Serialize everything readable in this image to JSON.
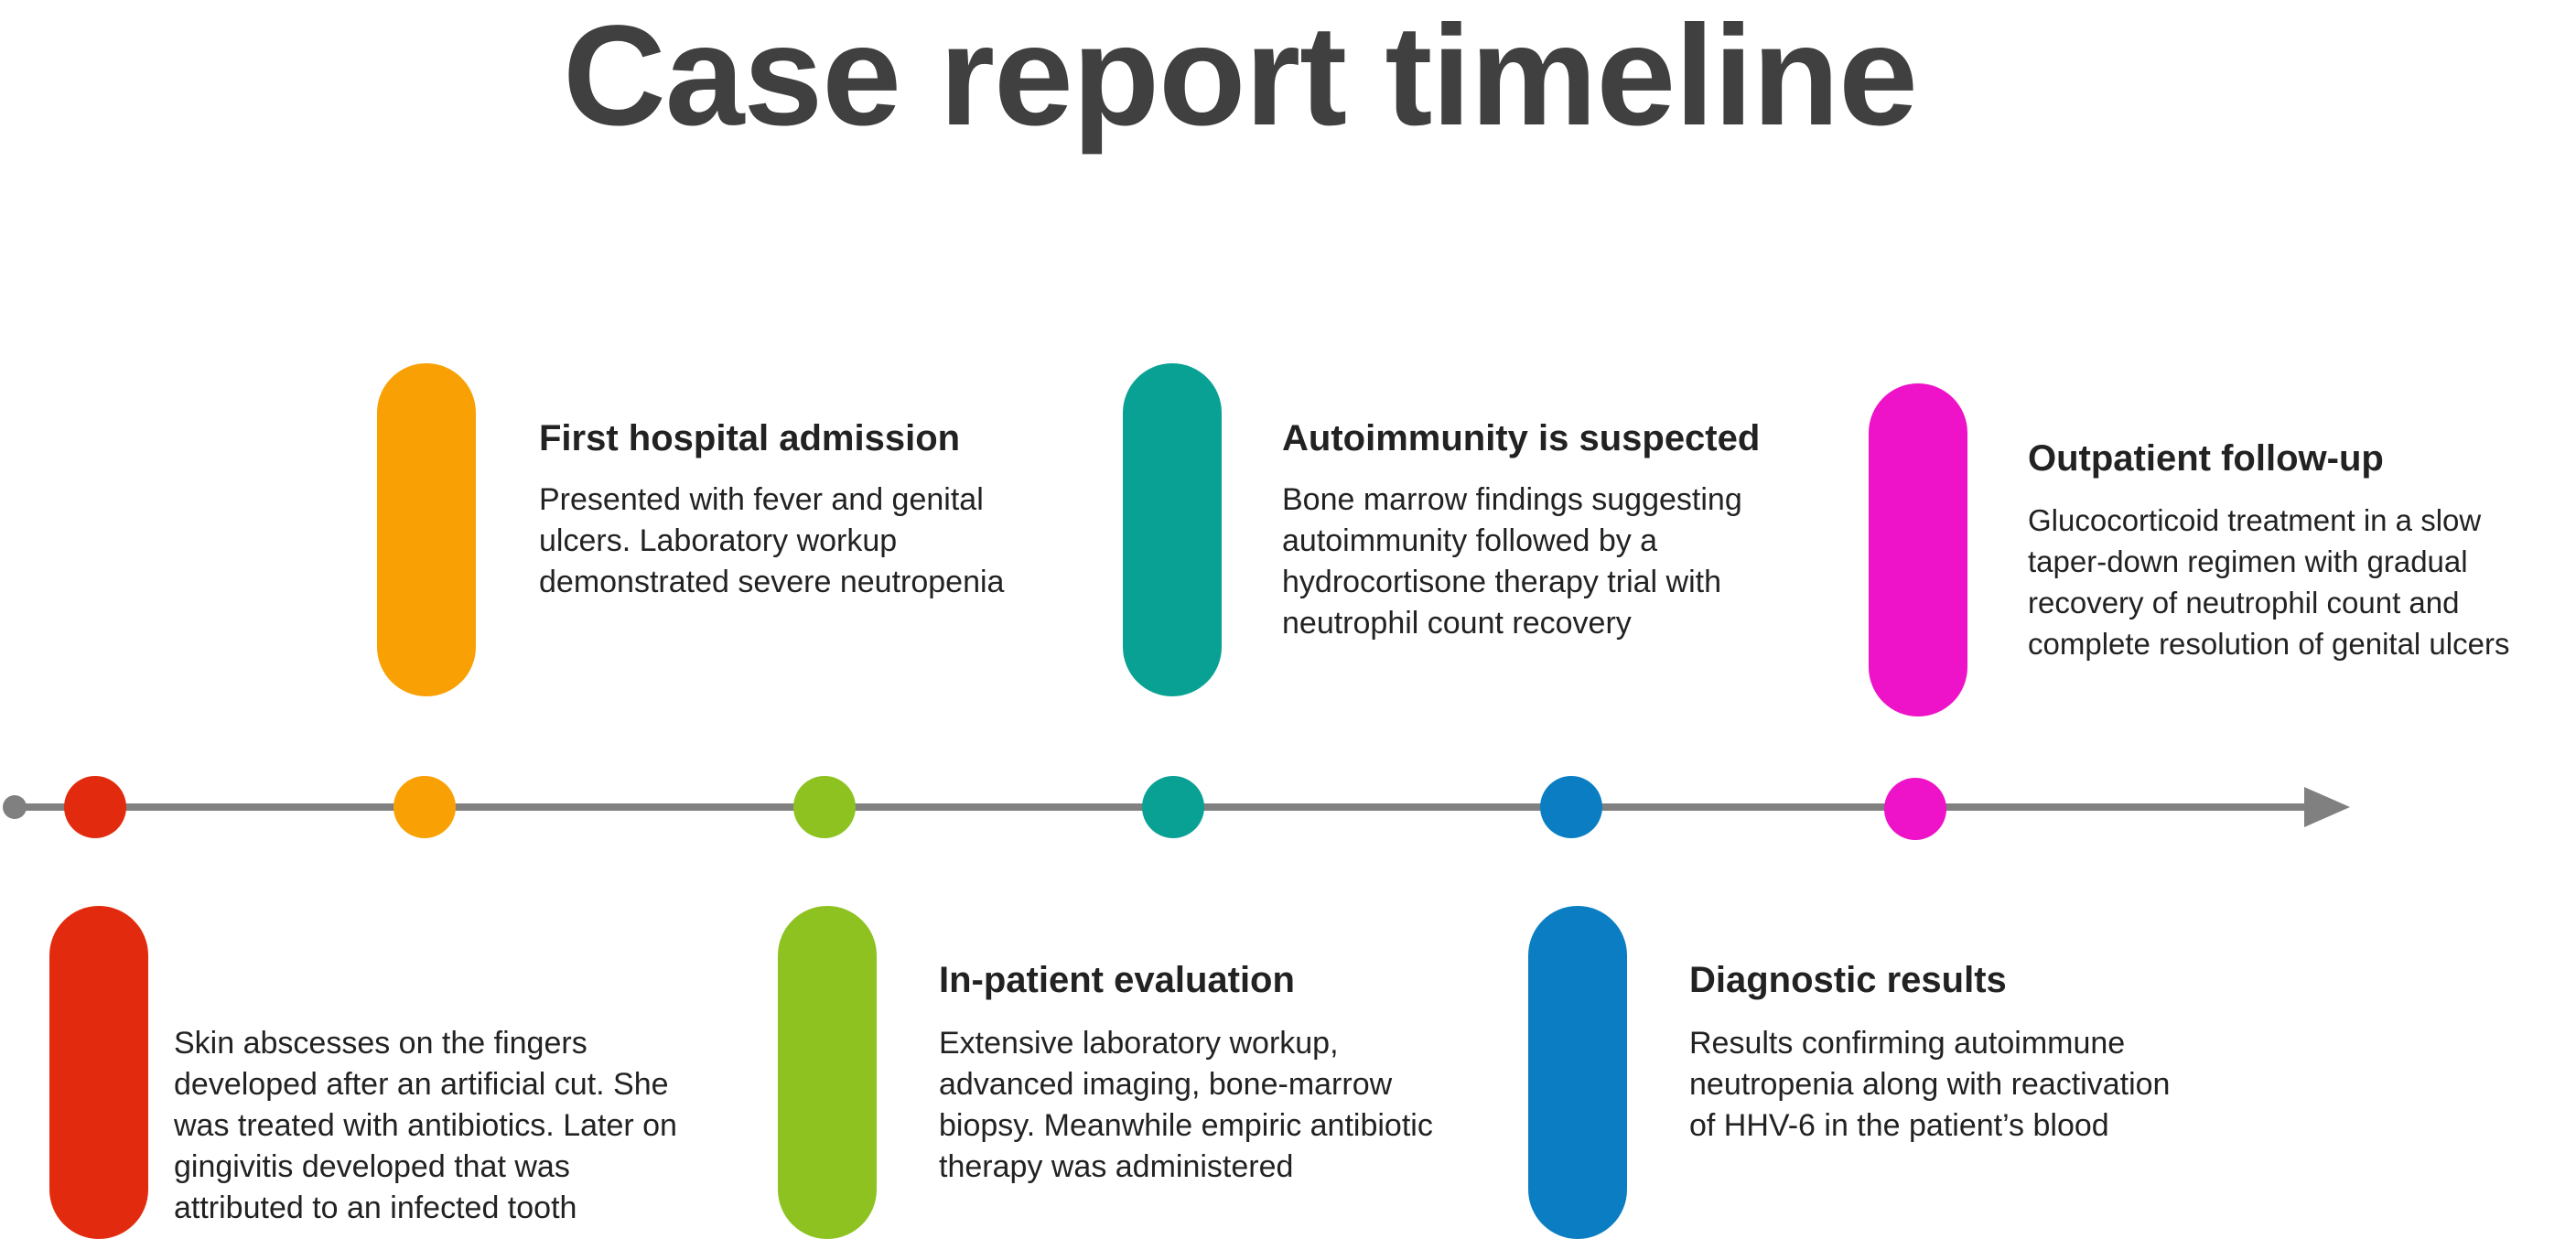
{
  "title": "Case report timeline",
  "colors": {
    "axis": "#808080",
    "red": "#E22B0E",
    "orange": "#F9A004",
    "green": "#8DC221",
    "teal": "#0AA195",
    "blue": "#0B7EC3",
    "magenta": "#EE12C8"
  },
  "events": [
    {
      "color": "#E22B0E",
      "heading": "",
      "text": "Skin abscesses on the fingers\ndeveloped after an artificial cut. She\nwas treated with antibiotics. Later on\ngingivitis developed that was\nattributed to an infected tooth"
    },
    {
      "color": "#F9A004",
      "heading": "First hospital admission",
      "text": "Presented with fever and genital\nulcers. Laboratory workup\ndemonstrated severe neutropenia"
    },
    {
      "color": "#8DC221",
      "heading": "In-patient evaluation",
      "text": "Extensive laboratory workup,\nadvanced imaging, bone-marrow\nbiopsy. Meanwhile empiric antibiotic\ntherapy was administered"
    },
    {
      "color": "#0AA195",
      "heading": "Autoimmunity is suspected",
      "text": "Bone marrow findings suggesting\nautoimmunity followed by a\nhydrocortisone therapy trial with\nneutrophil count recovery"
    },
    {
      "color": "#0B7EC3",
      "heading": "Diagnostic results",
      "text": "Results confirming autoimmune\nneutropenia along with reactivation\nof HHV-6 in the patient’s blood"
    },
    {
      "color": "#EE12C8",
      "heading": "Outpatient follow-up",
      "text": "Glucocorticoid treatment in a slow\ntaper-down regimen with gradual\nrecovery of neutrophil count and\ncomplete resolution of genital ulcers"
    }
  ]
}
